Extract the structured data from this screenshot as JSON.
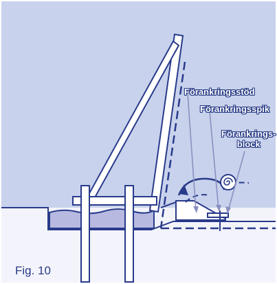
{
  "figure": {
    "caption": "Fig. 10",
    "labels": {
      "anchor_support": "Förankringsstöd",
      "anchor_spike": "Förankringsspik",
      "anchor_block_line1": "Förankrings-",
      "anchor_block_line2": "block"
    }
  },
  "colors": {
    "sky": "#c8d2ec",
    "ground": "#f3f4fb",
    "water": "#b7b9e0",
    "line": "#283a8a",
    "wood": "#ffffff"
  }
}
